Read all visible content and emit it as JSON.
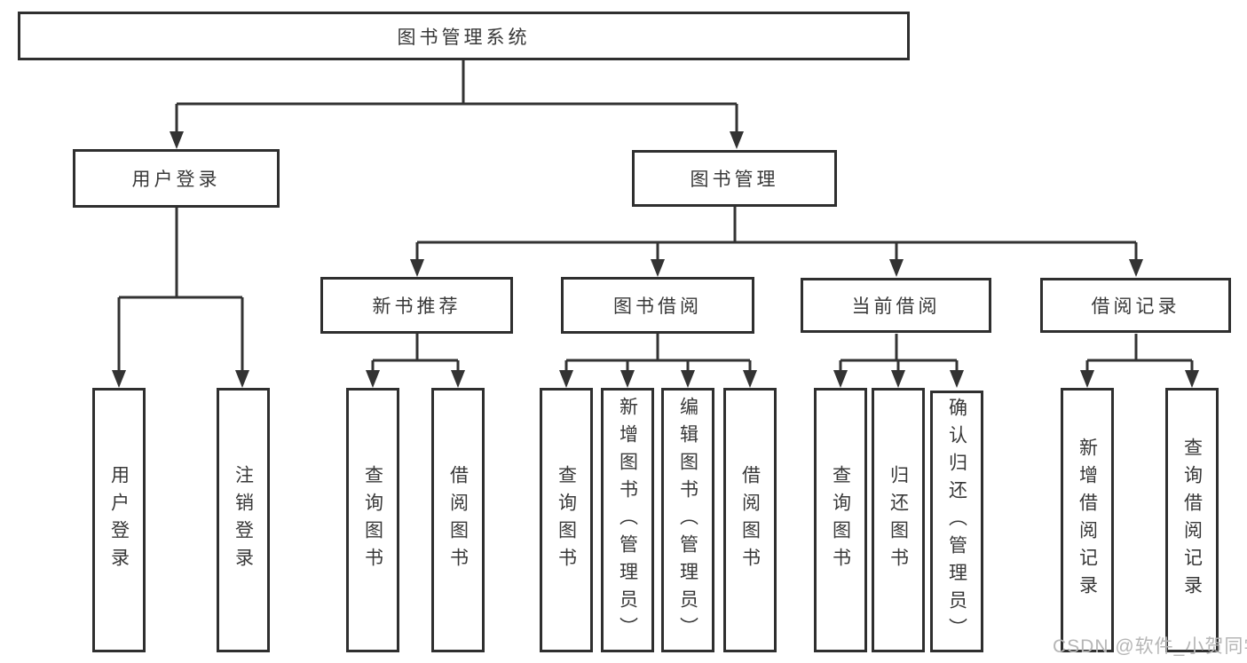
{
  "colors": {
    "line": "#333333",
    "box_border": "#2f2f2f",
    "text": "#383838",
    "watermark": "#b6b6b6",
    "background": "#ffffff"
  },
  "watermark": {
    "text": "CSDN @软件_小贺同学"
  },
  "tree": {
    "root": {
      "label": "图书管理系统"
    },
    "branches": [
      {
        "label": "用户登录",
        "children": [
          {
            "label": "用户登录"
          },
          {
            "label": "注销登录"
          }
        ]
      },
      {
        "label": "图书管理",
        "sections": [
          {
            "label": "新书推荐",
            "children": [
              {
                "label": "查询图书"
              },
              {
                "label": "借阅图书"
              }
            ]
          },
          {
            "label": "图书借阅",
            "children": [
              {
                "label": "查询图书"
              },
              {
                "label": "新增图书（管理员）"
              },
              {
                "label": "编辑图书（管理员）"
              },
              {
                "label": "借阅图书"
              }
            ]
          },
          {
            "label": "当前借阅",
            "children": [
              {
                "label": "查询图书"
              },
              {
                "label": "归还图书"
              },
              {
                "label": "确认归还（管理员）"
              }
            ]
          },
          {
            "label": "借阅记录",
            "children": [
              {
                "label": "新增借阅记录"
              },
              {
                "label": "查询借阅记录"
              }
            ]
          }
        ]
      }
    ]
  }
}
